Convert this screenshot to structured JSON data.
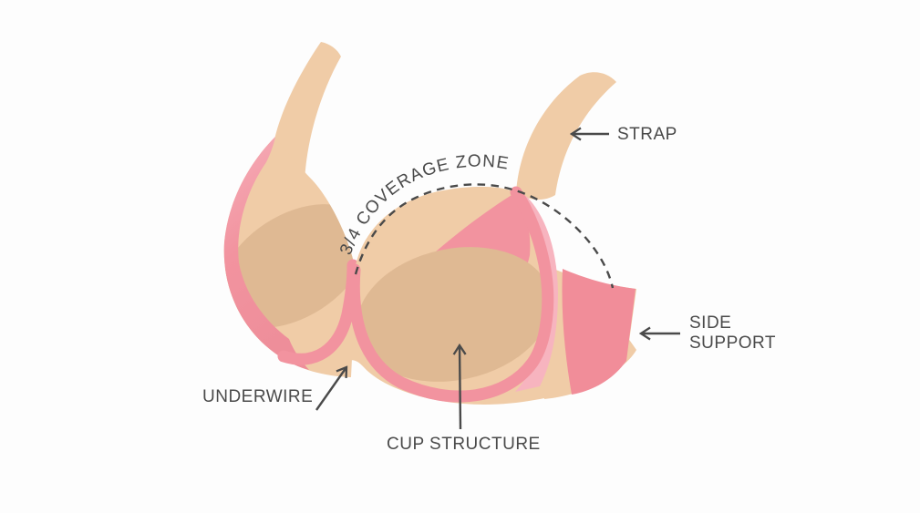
{
  "figure": {
    "type": "labeled-anatomy-diagram",
    "subject": "bra-construction",
    "labels": {
      "strap": "STRAP",
      "coverage_zone": "3/4 COVERAGE ZONE",
      "side_support": [
        "SIDE",
        "SUPPORT"
      ],
      "underwire": "UNDERWIRE",
      "cup_structure": "CUP STRUCTURE"
    },
    "colors": {
      "background": "#FDFDFD",
      "beige": "#F0CCA7",
      "beige_shadow": "#DFB993",
      "pink": "#F2939F",
      "pink_light": "#F7B4BF",
      "pink_crescent_top": "#F5ADB8",
      "pink_crescent_bottom": "#EE8E9A",
      "pink_deep": "#F18D99",
      "ink": "#4A4A4A"
    }
  }
}
